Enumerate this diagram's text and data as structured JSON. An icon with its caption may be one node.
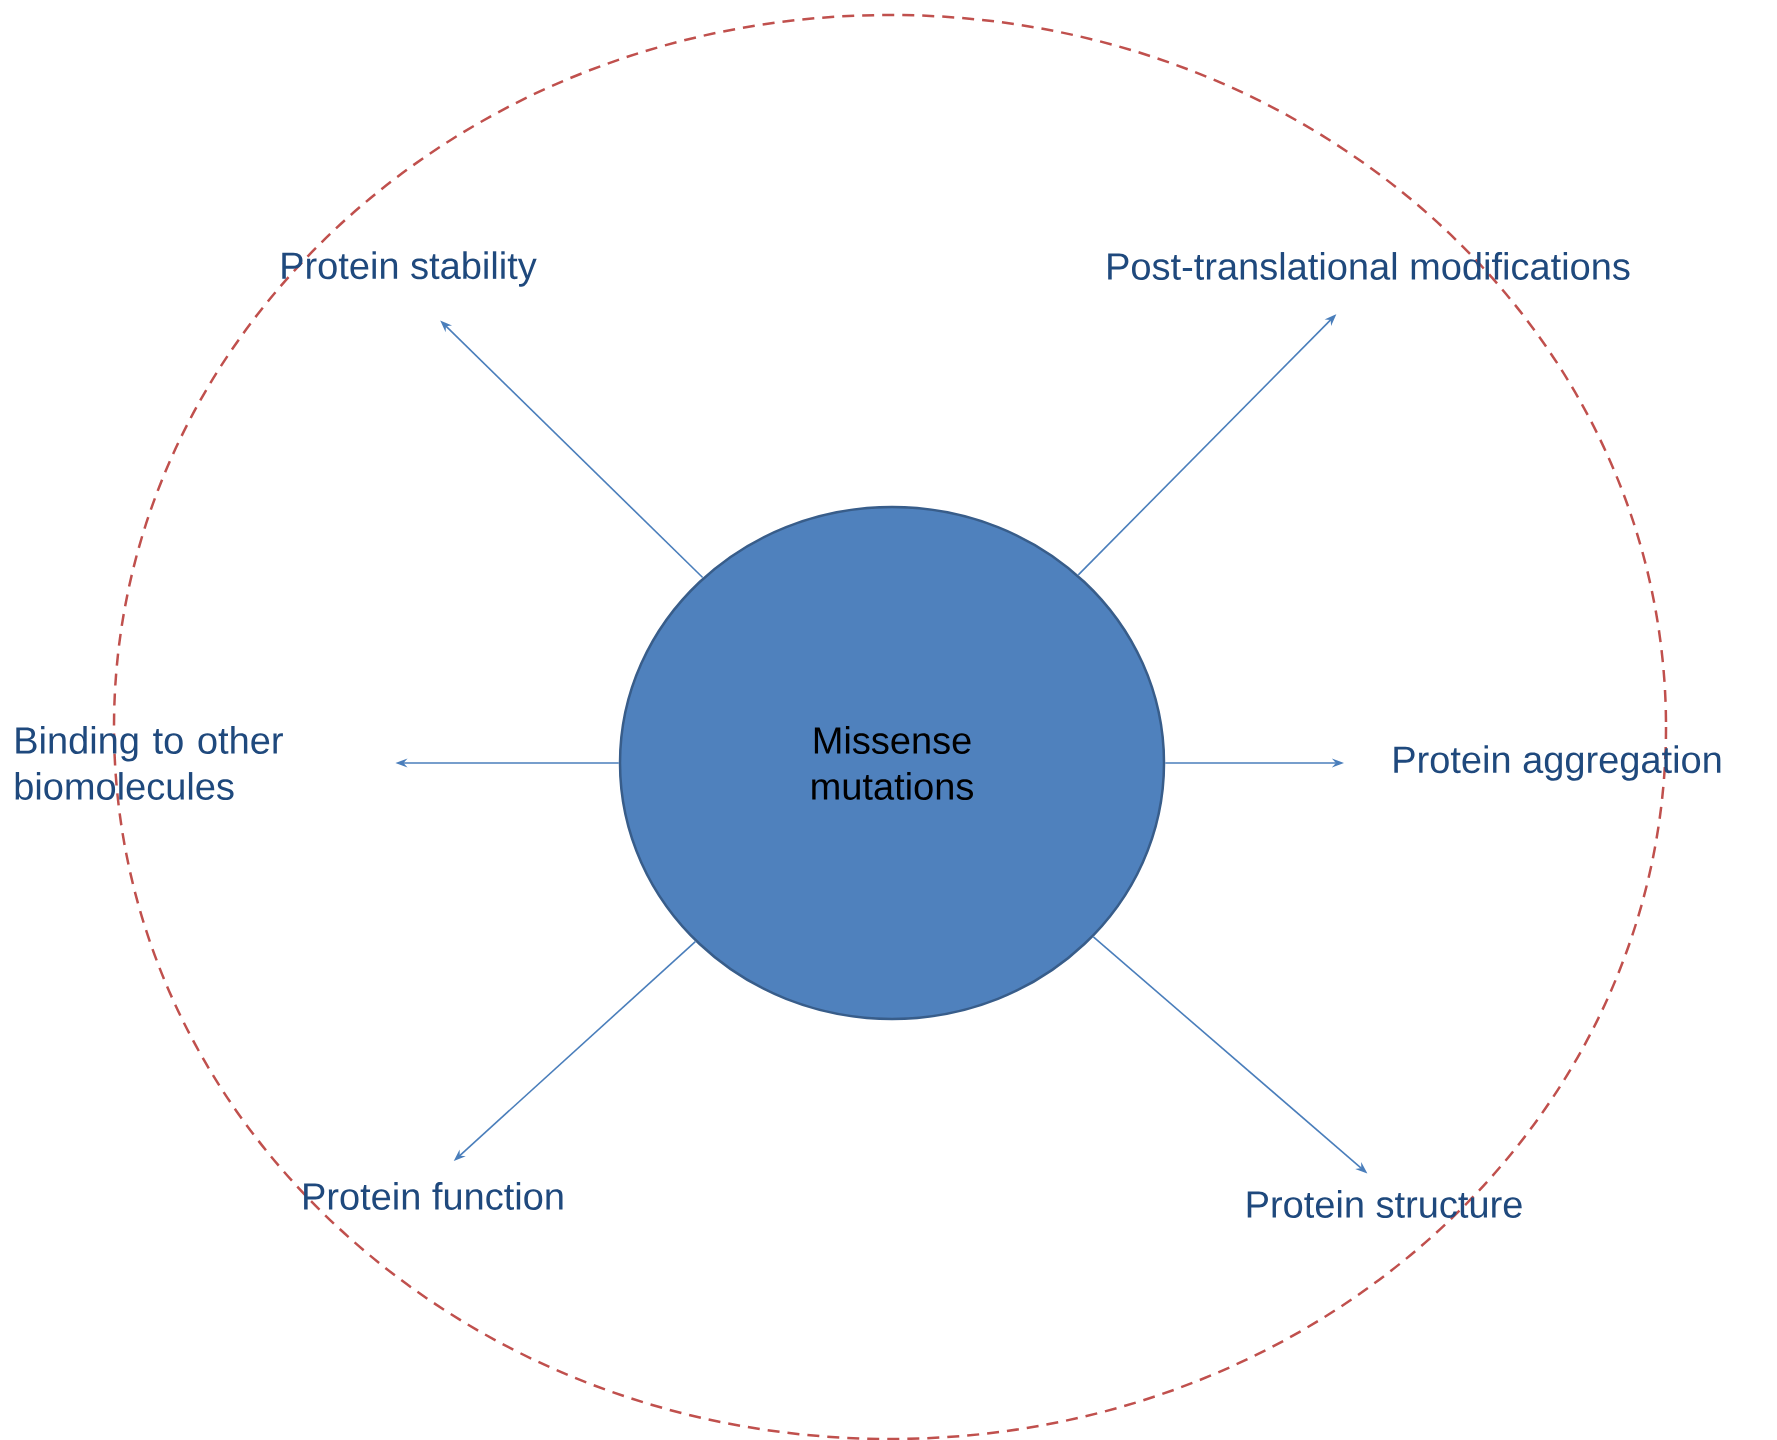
{
  "diagram": {
    "nodes": [
      {
        "text": [
          "Missense mutations"
        ]
      },
      {
        "text": [
          "Protein stability"
        ]
      },
      {
        "text": [
          "Post-translational modifications"
        ]
      },
      {
        "text": [
          "Binding to other biomolecules"
        ]
      },
      {
        "text": [
          "Protein aggregation"
        ]
      },
      {
        "text": [
          "Protein function"
        ]
      },
      {
        "text": [
          "Protein structure"
        ]
      }
    ],
    "edges": [
      {
        "from": 0,
        "to": 1,
        "arrow": "to"
      },
      {
        "from": 0,
        "to": 2,
        "arrow": "to"
      },
      {
        "from": 0,
        "to": 3,
        "arrow": "to"
      },
      {
        "from": 0,
        "to": 4,
        "arrow": "to"
      },
      {
        "from": 0,
        "to": 5,
        "arrow": "to"
      },
      {
        "from": 0,
        "to": 6,
        "arrow": "to"
      }
    ]
  }
}
